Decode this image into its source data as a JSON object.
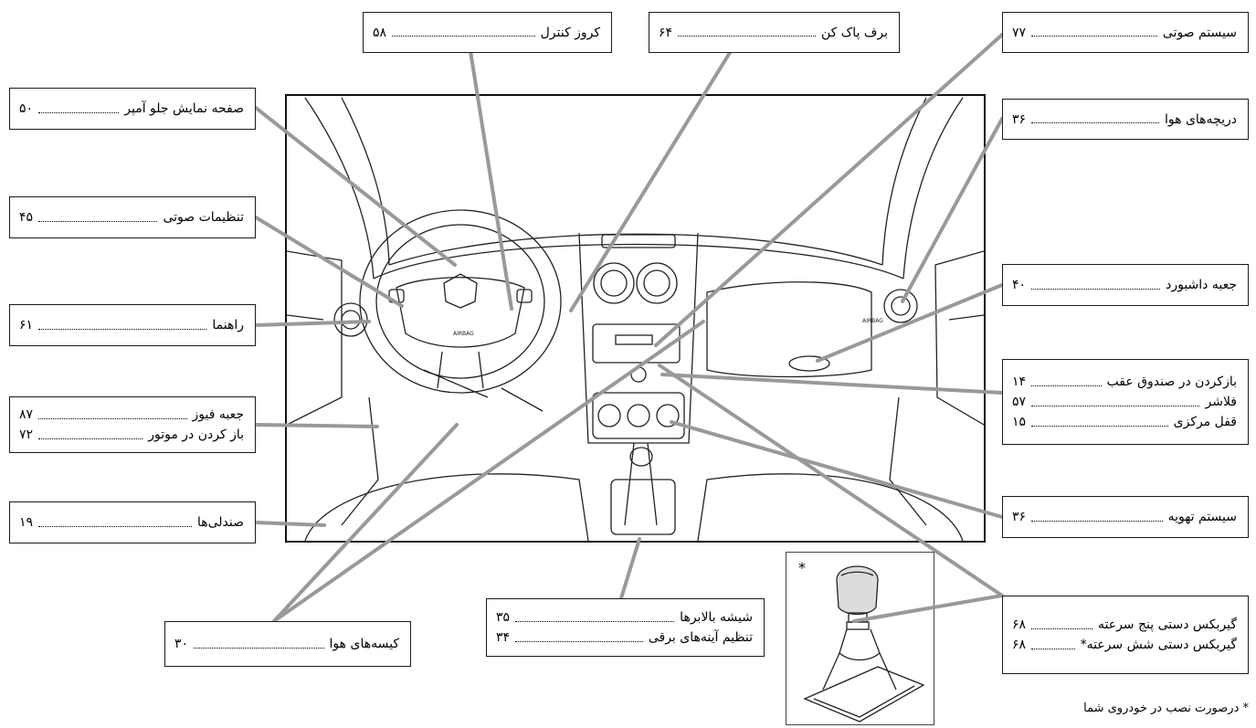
{
  "labels": {
    "cruise": {
      "rows": [
        {
          "text": "کروز کنترل",
          "page": "۵۸"
        }
      ]
    },
    "wiper": {
      "rows": [
        {
          "text": "برف پاک کن",
          "page": "۶۴"
        }
      ]
    },
    "audio_system": {
      "rows": [
        {
          "text": "سیستم صوتی",
          "page": "۷۷"
        }
      ]
    },
    "display": {
      "rows": [
        {
          "text": "صفحه نمایش جلو آمپر",
          "page": "۵۰"
        }
      ]
    },
    "air_vents": {
      "rows": [
        {
          "text": "دریچه‌های هوا",
          "page": "۳۶"
        }
      ]
    },
    "audio_settings": {
      "rows": [
        {
          "text": "تنظیمات صوتی",
          "page": "۴۵"
        }
      ]
    },
    "glovebox": {
      "rows": [
        {
          "text": "جعبه داشبورد",
          "page": "۴۰"
        }
      ]
    },
    "indicator": {
      "rows": [
        {
          "text": "راهنما",
          "page": "۶۱"
        }
      ]
    },
    "trunk_group": {
      "rows": [
        {
          "text": "بازکردن در صندوق عقب",
          "page": "۱۴"
        },
        {
          "text": "فلاشر",
          "page": "۵۷"
        },
        {
          "text": "قفل مرکزی",
          "page": "۱۵"
        }
      ]
    },
    "fuse_group": {
      "rows": [
        {
          "text": "جعبه فیوز",
          "page": "۸۷"
        },
        {
          "text": "باز کردن در موتور",
          "page": "۷۲"
        }
      ]
    },
    "ventilation": {
      "rows": [
        {
          "text": "سیستم تهویه",
          "page": "۳۶"
        }
      ]
    },
    "seats": {
      "rows": [
        {
          "text": "صندلی‌ها",
          "page": "۱۹"
        }
      ]
    },
    "airbags": {
      "rows": [
        {
          "text": "کیسه‌های هوا",
          "page": "۳۰"
        }
      ]
    },
    "windows_group": {
      "rows": [
        {
          "text": "شیشه بالابرها",
          "page": "۳۵"
        },
        {
          "text": "تنظیم آینه‌های برقی",
          "page": "۳۴"
        }
      ]
    },
    "gearbox_group": {
      "rows": [
        {
          "text": "گیربکس دستی پنج سرعته",
          "page": "۶۸"
        },
        {
          "text": "گیربکس دستی شش سرعته*",
          "page": "۶۸"
        }
      ]
    }
  },
  "inset_marker": "*",
  "footnote": "* درصورت نصب در خودروی شما",
  "colors": {
    "leader": "#999999",
    "border": "#1a1a1a"
  }
}
